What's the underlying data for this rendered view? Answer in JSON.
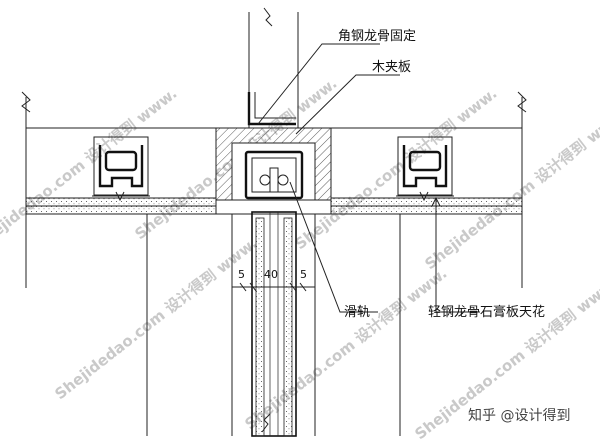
{
  "labels": {
    "angle_steel": "角钢龙骨固定",
    "plywood": "木夹板",
    "rail": "滑轨",
    "ceiling": "轻钢龙骨石膏板天花"
  },
  "dimensions": {
    "left": "5",
    "middle": "40",
    "right": "5"
  },
  "watermark": "Shejidedao.com 设计得到 www.",
  "brand": "知乎 @设计得到"
}
